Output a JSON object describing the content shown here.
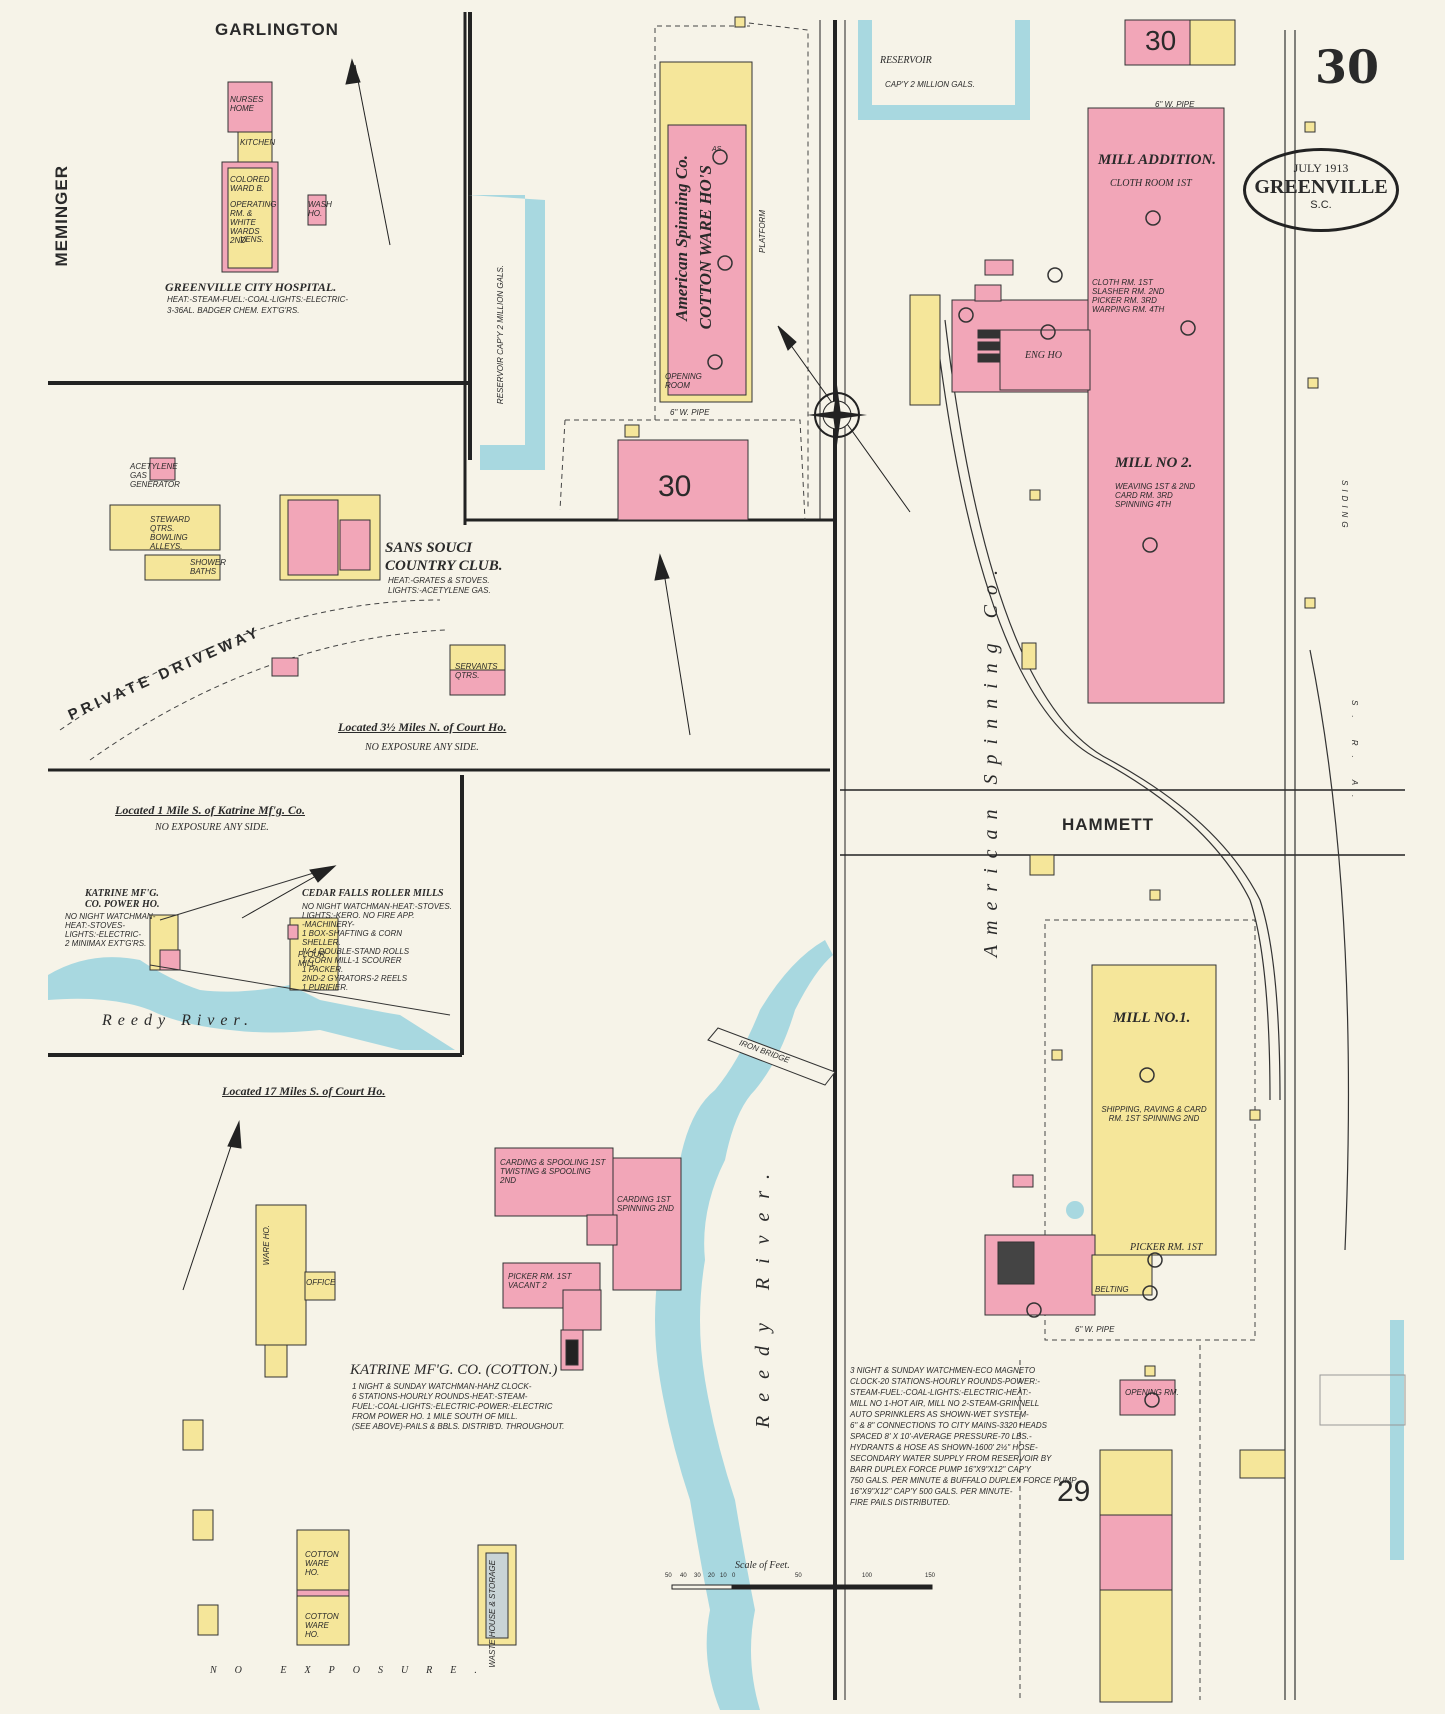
{
  "sheet": {
    "page_number": "30",
    "date": "JULY 1913",
    "city": "GREENVILLE",
    "state": "S.C."
  },
  "streets": {
    "garlington": "GARLINGTON",
    "meminger": "MEMINGER",
    "hammett": "HAMMETT",
    "private_driveway": "PRIVATE DRIVEWAY"
  },
  "hospital": {
    "name": "GREENVILLE CITY HOSPITAL.",
    "details_1": "HEAT:-STEAM-FUEL:-COAL-LIGHTS:-ELECTRIC-",
    "details_2": "3-36AL. BADGER CHEM. EXT'G'RS.",
    "room_1": "NURSES HOME",
    "room_2": "KITCHEN",
    "room_3": "COLORED WARD B.",
    "room_4": "OPERATING RM. & WHITE WARDS 2ND",
    "room_5": "VENS.",
    "room_6": "WASH HO."
  },
  "country_club": {
    "name_1": "SANS SOUCI",
    "name_2": "COUNTRY CLUB.",
    "details_1": "HEAT:-GRATES & STOVES.",
    "details_2": "LIGHTS:-ACETYLENE GAS.",
    "steward": "STEWARD QTRS. BOWLING ALLEYS.",
    "shower": "SHOWER BATHS",
    "gas": "ACETYLENE GAS GENERATOR",
    "servants": "SERVANTS QTRS.",
    "location": "Located 3½ Miles N. of Court Ho.",
    "exposure": "NO EXPOSURE ANY SIDE."
  },
  "american_mill": {
    "company_vertical": "American Spinning Co.",
    "warehouse_1": "American Spinning Co.",
    "warehouse_2": "COTTON WARE HO'S",
    "platform": "PLATFORM",
    "opening_room": "OPENING ROOM",
    "mill_addition": "MILL ADDITION.",
    "cloth_room": "CLOTH ROOM 1ST",
    "cloth_slasher": "CLOTH RM. 1ST SLASHER RM. 2ND PICKER RM. 3RD WARPING RM. 4TH",
    "eng_ho": "ENG HO",
    "mill2": "MILL NO 2.",
    "mill2_details": "WEAVING 1ST & 2ND CARD RM. 3RD SPINNING 4TH",
    "mill1": "MILL NO.1.",
    "mill1_details": "SHIPPING, RAVING & CARD RM. 1ST SPINNING 2ND",
    "picker": "PICKER RM. 1ST",
    "belting": "BELTING",
    "opening_rm": "OPENING RM.",
    "reservoir_top": "RESERVOIR",
    "reservoir_cap": "CAP'Y 2 MILLION GALS.",
    "reservoir_left": "RESERVOIR CAP'Y 2 MILLION GALS.",
    "pipe": "6\" W. PIPE",
    "as": "AS",
    "siding": "SIDING",
    "railway": "S. R. A.",
    "note": "3 NIGHT & SUNDAY WATCHMEN-ECO MAGNETO\nCLOCK-20 STATIONS-HOURLY ROUNDS-POWER:-\nSTEAM-FUEL:-COAL-LIGHTS:-ELECTRIC-HEAT:-\nMILL NO 1-HOT AIR, MILL NO 2-STEAM-GRINNELL\nAUTO SPRINKLERS AS SHOWN-WET SYSTEM-\n6\" & 8\" CONNECTIONS TO CITY MAINS-3320 HEADS\nSPACED 8' X 10'-AVERAGE PRESSURE-70 LBS.-\nHYDRANTS & HOSE AS SHOWN-1600' 2½\" HOSE-\nSECONDARY WATER SUPPLY FROM RESERVOIR BY\nBARR DUPLEX FORCE PUMP 16\"X9\"X12\" CAP'Y\n750 GALS. PER MINUTE & BUFFALO DUPLEX FORCE PUMP\n16\"X9\"X12\" CAP'Y 500 GALS. PER MINUTE-\nFIRE PAILS DISTRIBUTED."
  },
  "katrine": {
    "location_1": "Located 1 Mile S. of Katrine Mf'g. Co.",
    "exposure_1": "NO EXPOSURE ANY SIDE.",
    "power_name": "KATRINE MF'G. CO. POWER HO.",
    "power_details": "NO NIGHT WATCHMAN-\nHEAT:-STOVES-\nLIGHTS:-ELECTRIC-\n2 MINIMAX EXT'G'RS.",
    "cedar_name": "CEDAR FALLS ROLLER MILLS",
    "cedar_details": "NO NIGHT WATCHMAN-HEAT:-STOVES.\nLIGHTS:-KERO. NO FIRE APP.\n-MACHINERY-\n1 BOX-SHAFTING & CORN\nSHELLER.\nIV-4 DOUBLE-STAND ROLLS\n1 CORN MILL-1 SCOURER\n1 PACKER.\n2ND-2 GYRATORS-2 REELS\n1 PURIFIER.",
    "flour_mill": "FLOUR MILL",
    "river_1": "Reedy River.",
    "location_2": "Located 17 Miles S. of Court Ho.",
    "cotton_name": "KATRINE MF'G. CO. (COTTON.)",
    "cotton_details": "1 NIGHT & SUNDAY WATCHMAN-HAHZ CLOCK-\n6 STATIONS-HOURLY ROUNDS-HEAT:-STEAM-\nFUEL:-COAL-LIGHTS:-ELECTRIC-POWER:-ELECTRIC\nFROM POWER HO. 1 MILE SOUTH OF MILL.\n(SEE ABOVE)-PAILS & BBLS. DISTRIB'D. THROUGHOUT.",
    "river_2": "Reedy River.",
    "bridge": "IRON BRIDGE",
    "carding": "CARDING & SPOOLING 1ST TWISTING & SPOOLING 2ND",
    "carding_2": "CARDING 1ST SPINNING 2ND",
    "picker_2": "PICKER RM. 1ST VACANT 2",
    "cotton_ware_1": "COTTON WARE HO.",
    "cotton_ware_2": "COTTON WARE HO.",
    "waste": "WASTE HOUSE & STORAGE",
    "ware_ho": "WARE HO.",
    "office": "OFFICE",
    "exposure_2": "NO EXPOSURE."
  },
  "misc": {
    "adjoining_top": "30",
    "adjoining_mid": "30",
    "adjoining_bottom": "29",
    "scale": "Scale of Feet.",
    "scale_ticks": [
      "50",
      "40",
      "30",
      "20",
      "10",
      "0",
      "50",
      "100",
      "150"
    ]
  },
  "colors": {
    "paper": "#f6f3e8",
    "brick": "#f2a6b8",
    "brick_dark": "#ec8fa6",
    "frame": "#f5e69a",
    "water": "#a8d8e0",
    "ink": "#2a2a2a"
  }
}
